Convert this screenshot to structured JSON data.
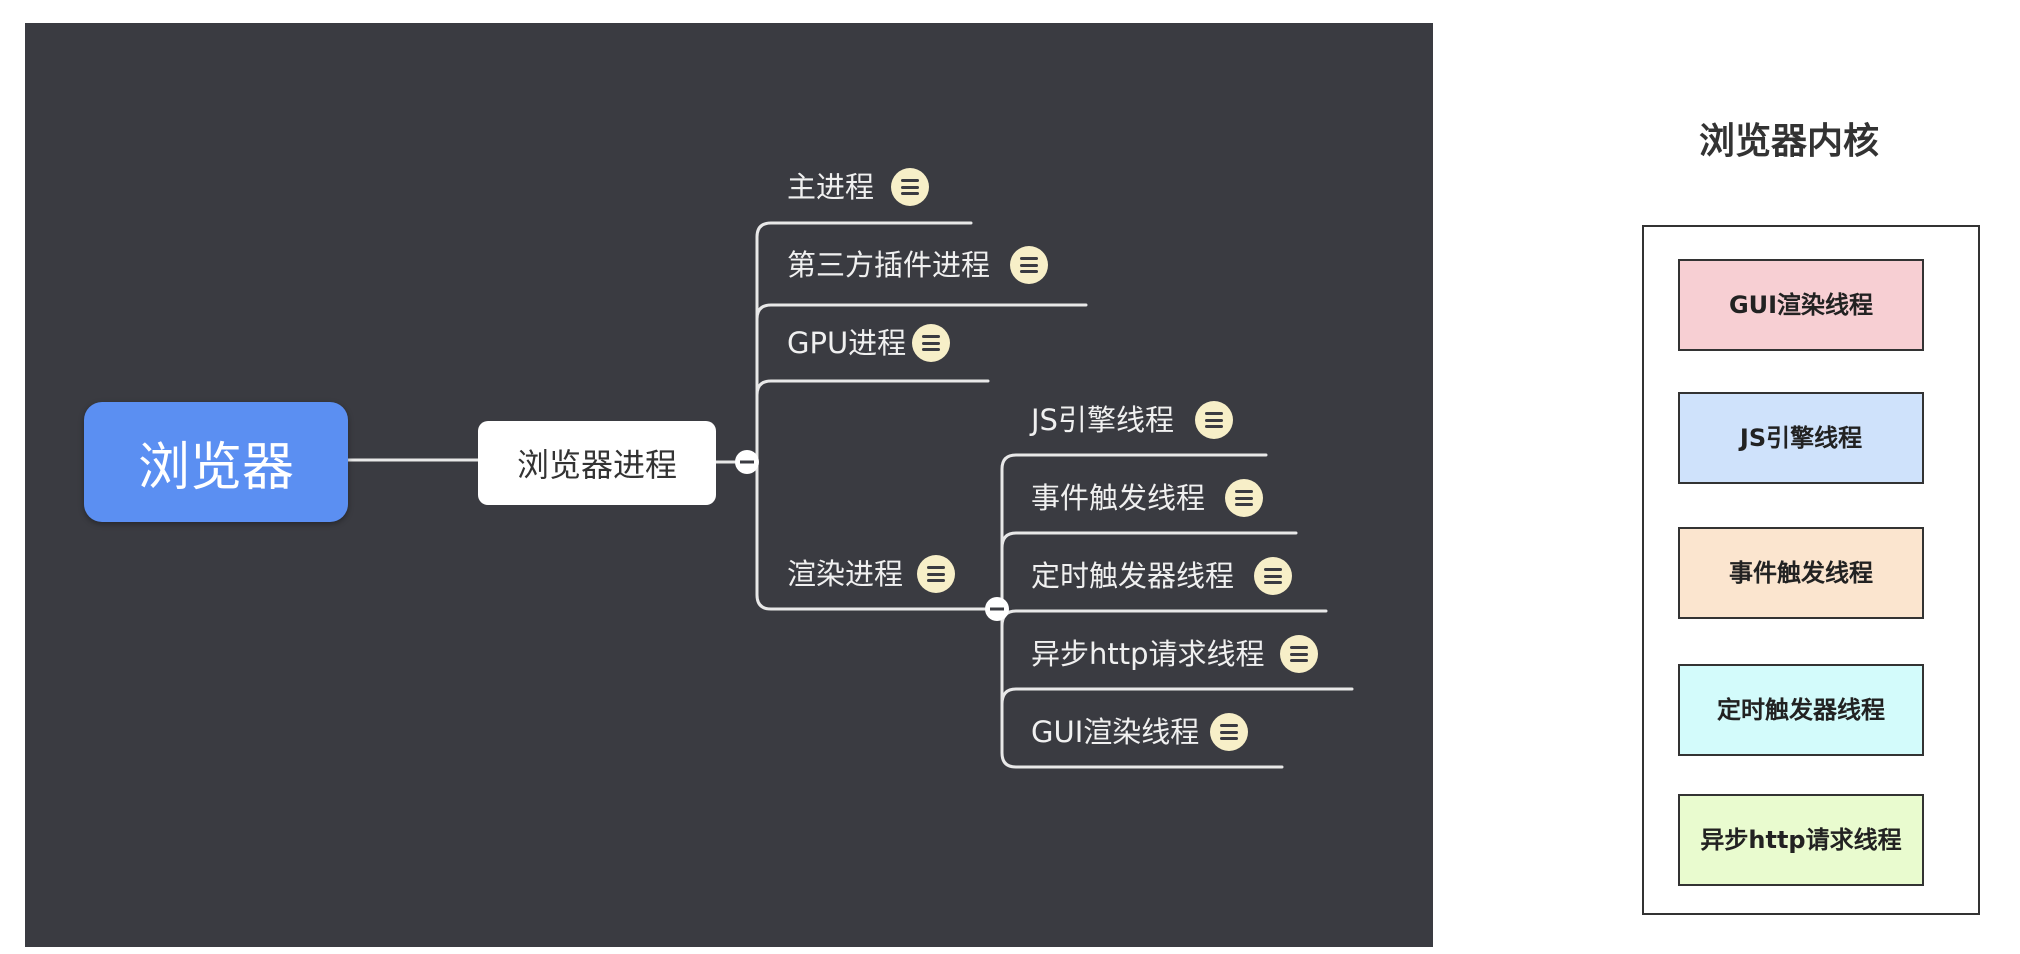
{
  "mindmap": {
    "root": "浏览器",
    "process_node": "浏览器进程",
    "branches": [
      {
        "label": "主进程",
        "icon": "note-icon"
      },
      {
        "label": "第三方插件进程",
        "icon": "note-icon"
      },
      {
        "label": "GPU进程",
        "icon": "note-icon"
      },
      {
        "label": "渲染进程",
        "icon": "note-icon"
      }
    ],
    "render_threads": [
      {
        "label": "JS引擎线程",
        "icon": "note-icon"
      },
      {
        "label": "事件触发线程",
        "icon": "note-icon"
      },
      {
        "label": "定时触发器线程",
        "icon": "note-icon"
      },
      {
        "label": "异步http请求线程",
        "icon": "note-icon"
      },
      {
        "label": "GUI渲染线程",
        "icon": "note-icon"
      }
    ],
    "colors": {
      "background": "#3a3b41",
      "root_fill": "#5b8ff2",
      "line": "#e8e8e8",
      "note_icon": "#f7efc8"
    }
  },
  "kernel": {
    "title": "浏览器内核",
    "threads": [
      {
        "label": "GUI渲染线程",
        "color": "#f7cfd3"
      },
      {
        "label": "JS引擎线程",
        "color": "#cfe2fb"
      },
      {
        "label": "事件触发线程",
        "color": "#fbe5cf"
      },
      {
        "label": "定时触发器线程",
        "color": "#d3fbfb"
      },
      {
        "label": "异步http请求线程",
        "color": "#e9fbcf"
      }
    ]
  }
}
